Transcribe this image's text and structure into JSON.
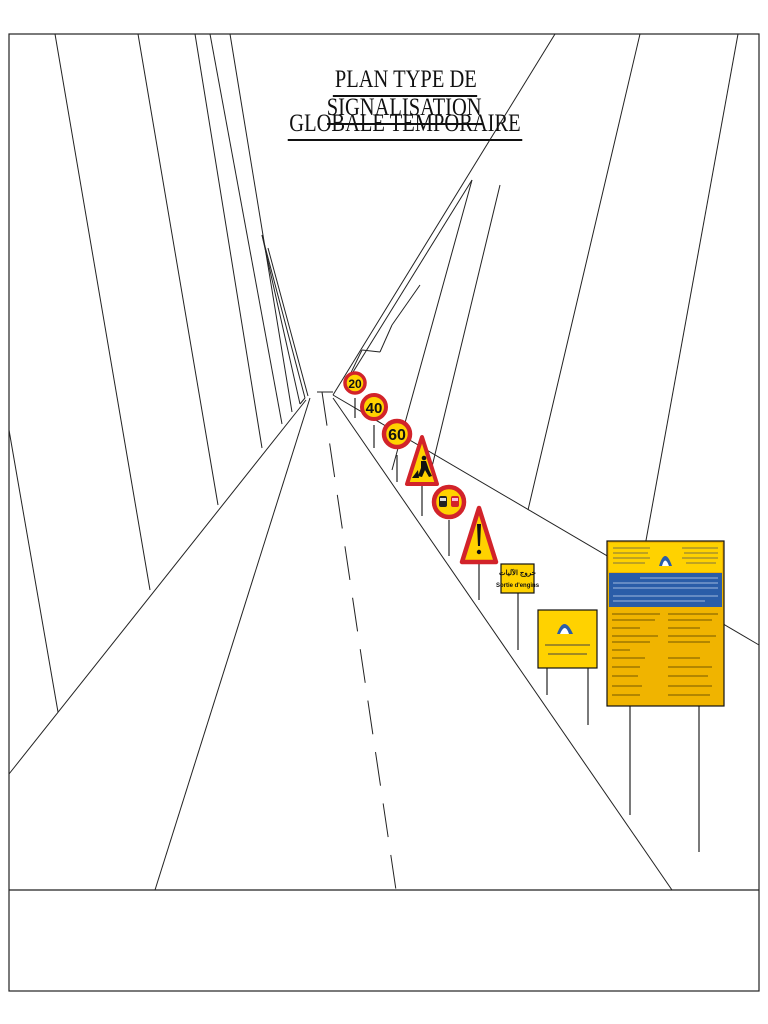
{
  "title": {
    "line1": "PLAN TYPE DE SIGNALISATION",
    "line2": "GLOBALE TEMPORAIRE"
  },
  "signs": {
    "speed_20": "20",
    "speed_40": "40",
    "speed_60": "60",
    "exit_panel_arabic": "خروج الآليات",
    "exit_panel_french": "Sortie d'engins"
  },
  "colors": {
    "sign_red": "#d2232a",
    "sign_yellow": "#ffd200",
    "panel_blue": "#2a5da8",
    "panel_frame": "#f0b400"
  }
}
